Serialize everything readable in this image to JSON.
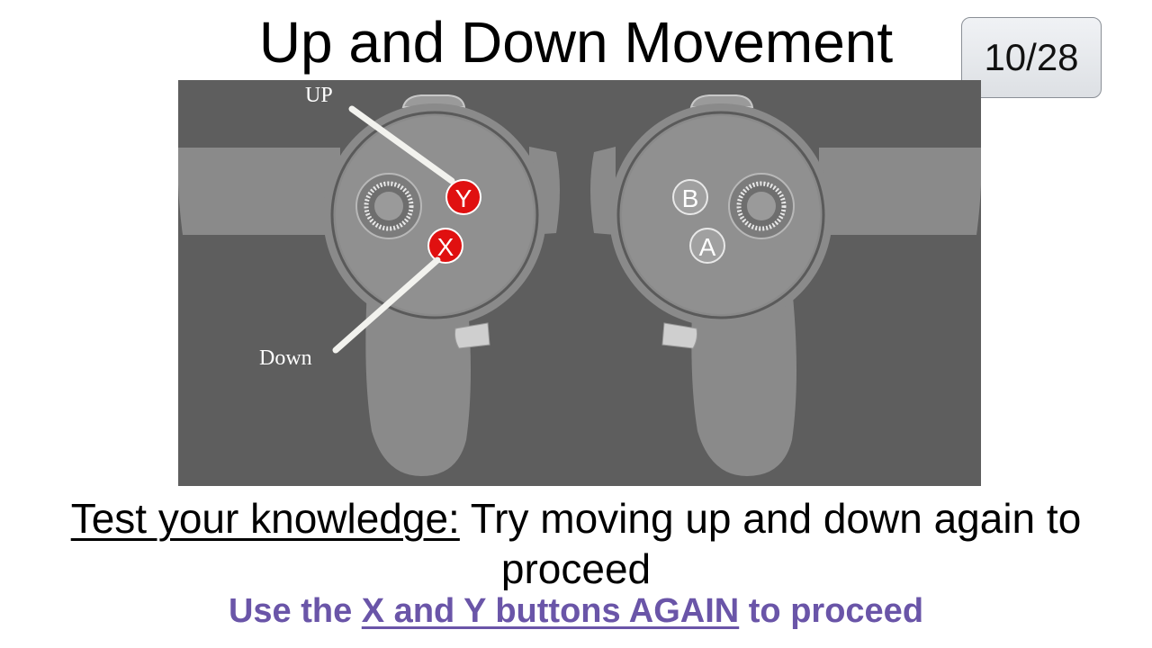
{
  "slide": {
    "title": "Up and Down Movement",
    "counter": "10/28"
  },
  "figure": {
    "label_up": "UP",
    "label_down": "Down",
    "left_controller": {
      "buttons": [
        "Y",
        "X"
      ]
    },
    "right_controller": {
      "buttons": [
        "B",
        "A"
      ]
    },
    "colors": {
      "background": "#5e5e5e",
      "body": "#8a8a8a",
      "highlight": "#e01010",
      "callout": "#f2f2ee"
    }
  },
  "prompt": {
    "lead": "Test your knowledge:",
    "text": " Try moving up and down again to proceed"
  },
  "hint": {
    "pre": "Use the ",
    "key": "X and Y buttons AGAIN",
    "post": " to proceed"
  }
}
